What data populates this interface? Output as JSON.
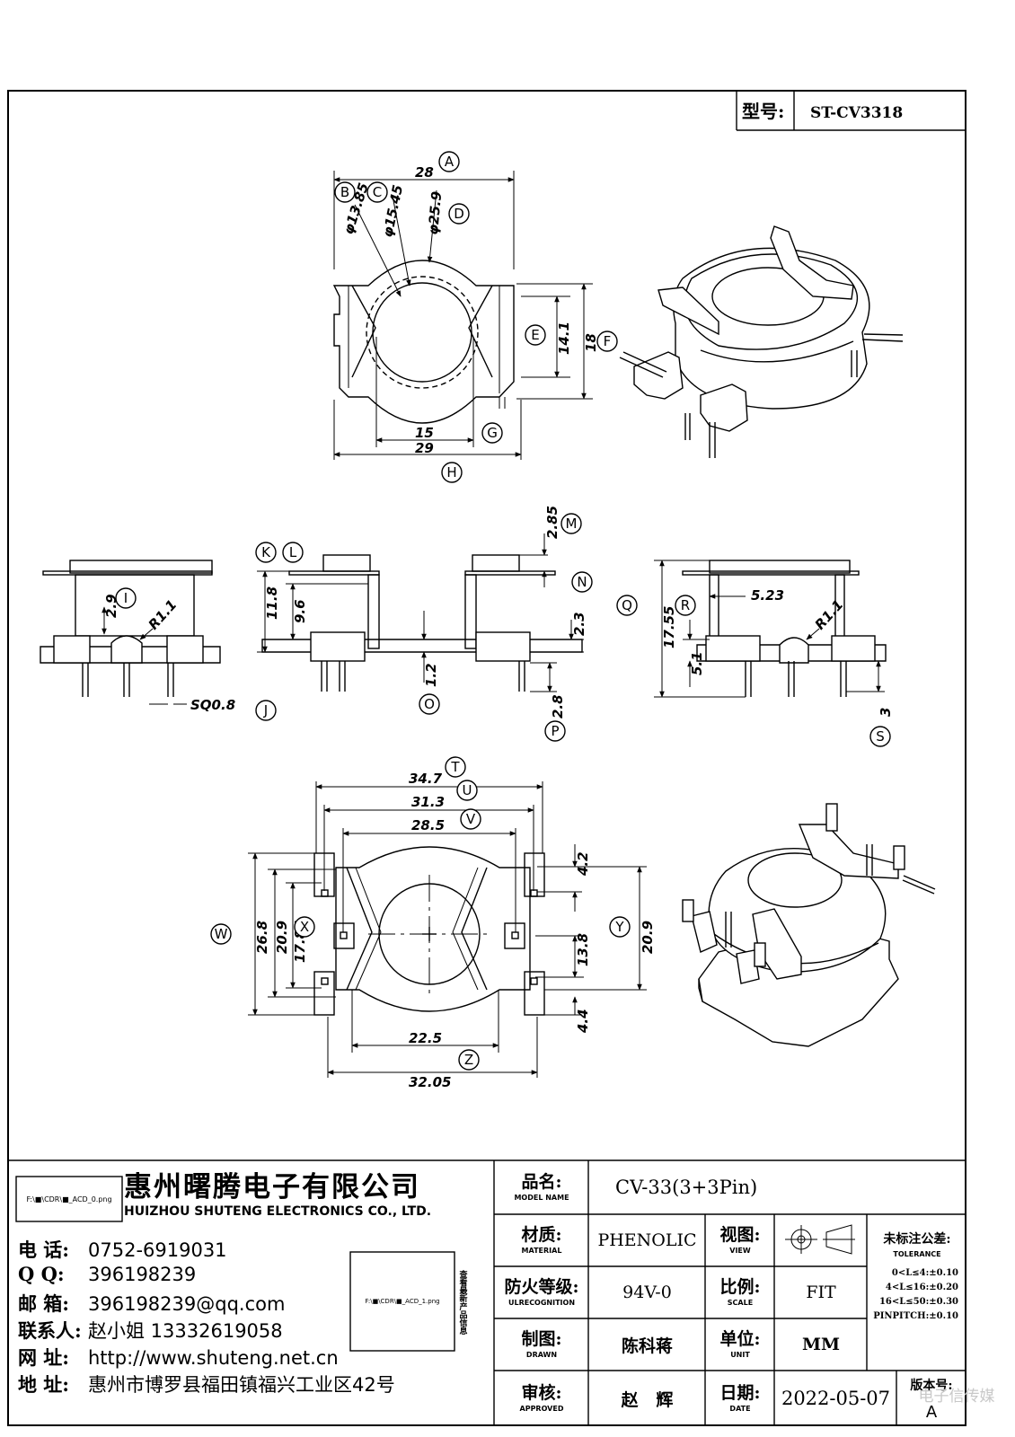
{
  "header": {
    "model_label": "型号:",
    "model_value": "ST-CV3318"
  },
  "top_view_dims": {
    "d28": "28",
    "phi13_85": "φ13.85",
    "phi15_45": "φ15.45",
    "phi25_9": "φ25.9",
    "d14_1": "14.1",
    "d18": "18",
    "d15": "15",
    "d29": "29"
  },
  "side_dims": {
    "d2_9": "2.9",
    "r1_1": "R1.1",
    "sq0_8": "SQ0.8",
    "d11_8": "11.8",
    "d9_6": "9.6",
    "d1_2": "1.2",
    "d2_85": "2.85",
    "d2_3": "2.3",
    "d2_8": "2.8",
    "d17_55": "17.55",
    "d5_23": "5.23",
    "d5_1": "5.1",
    "r1_1b": "R1.1",
    "d3": "3"
  },
  "bottom_view_dims": {
    "d34_7": "34.7",
    "d31_3": "31.3",
    "d28_5": "28.5",
    "d4_2": "4.2",
    "d26_8": "26.8",
    "d20_9": "20.9",
    "d17_85": "17.85",
    "d13_8": "13.8",
    "d20_9b": "20.9",
    "d4_4": "4.4",
    "d22_5": "22.5",
    "d32_05": "32.05"
  },
  "callouts": [
    "A",
    "B",
    "C",
    "D",
    "E",
    "F",
    "G",
    "H",
    "I",
    "J",
    "K",
    "L",
    "M",
    "N",
    "O",
    "P",
    "Q",
    "R",
    "S",
    "T",
    "U",
    "V",
    "W",
    "X",
    "Y",
    "Z"
  ],
  "company": {
    "logo_file": "F:\\■\\CDR\\■_ACD_0.png",
    "name_cn": "惠州曙腾电子有限公司",
    "name_en": "HUIZHOU SHUTENG ELECTRONICS CO., LTD.",
    "qr_file": "F:\\■\\CDR\\■_ACD_1.png",
    "qr_caption": "查看最新产品信息"
  },
  "contact": [
    {
      "label": "电   话:",
      "value": "0752-6919031"
    },
    {
      "label": "Q     Q:",
      "value": "396198239"
    },
    {
      "label": "邮   箱:",
      "value": "396198239@qq.com"
    },
    {
      "label": "联系人:",
      "value": "赵小姐 13332619058"
    },
    {
      "label": "网   址:",
      "value": "http://www.shuteng.net.cn"
    },
    {
      "label": "地   址:",
      "value": "惠州市博罗县福田镇福兴工业区42号"
    }
  ],
  "title_block": {
    "model_name_label": "品名:",
    "model_name_sub": "MODEL NAME",
    "model_name_value": "CV-33(3+3Pin)",
    "material_label": "材质:",
    "material_sub": "MATERIAL",
    "material_value": "PHENOLIC",
    "view_label": "视图:",
    "view_sub": "VIEW",
    "flame_label": "防火等级:",
    "flame_sub": "ULRECOGNITION",
    "flame_value": "94V-0",
    "scale_label": "比例:",
    "scale_sub": "SCALE",
    "scale_value": "FIT",
    "drawn_label": "制图:",
    "drawn_sub": "DRAWN",
    "drawn_value": "陈科蒋",
    "unit_label": "单位:",
    "unit_sub": "UNIT",
    "unit_value": "MM",
    "approved_label": "审核:",
    "approved_sub": "APPROVED",
    "approved_value": "赵   辉",
    "date_label": "日期:",
    "date_sub": "DATE",
    "date_value": "2022-05-07",
    "rev_label": "版本号:",
    "rev_value": "A",
    "tolerance_title": "未标注公差:",
    "tolerance_sub": "TOLERANCE",
    "tolerance_lines": [
      "0<L≤4:±0.10",
      "4<L≤16:±0.20",
      "16<L≤50:±0.30",
      "PINPITCH:±0.10"
    ]
  },
  "watermark": "电子信传媒"
}
